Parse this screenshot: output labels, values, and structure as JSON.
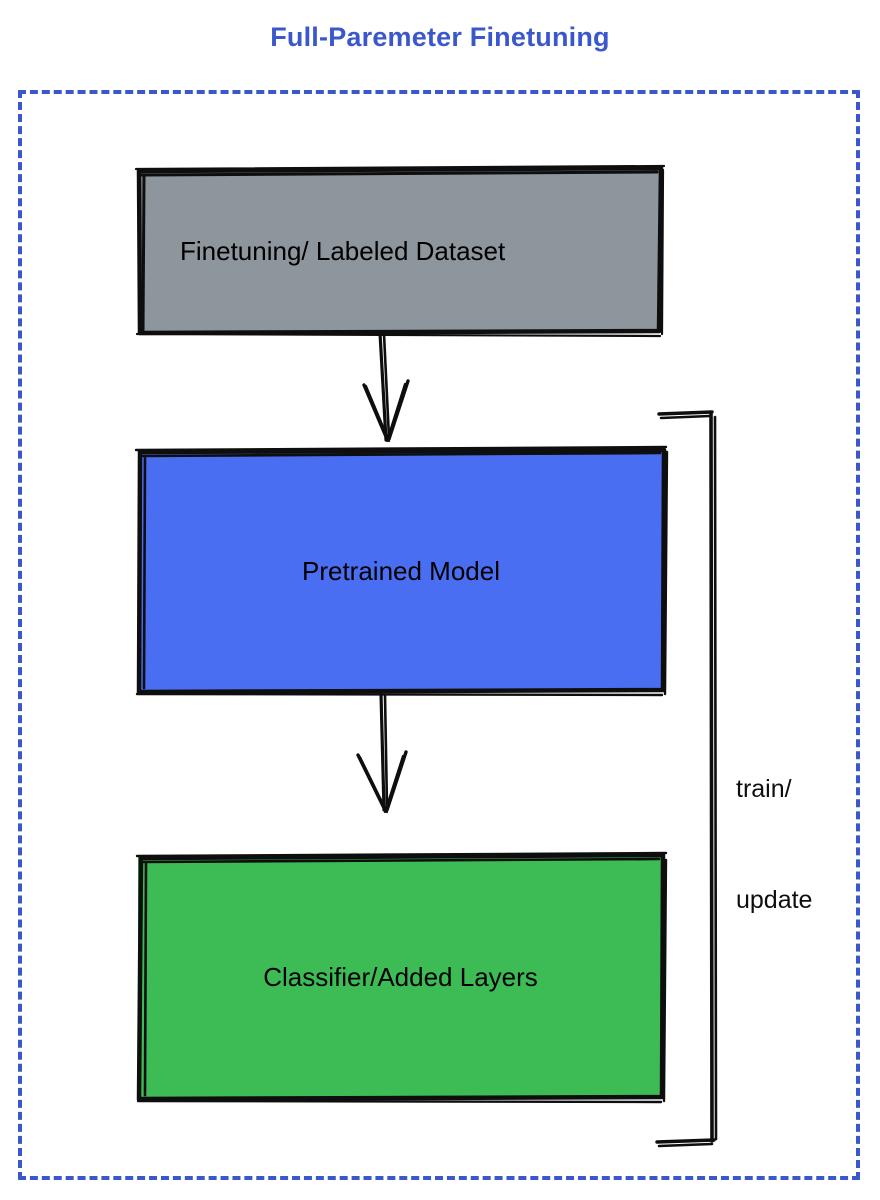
{
  "title": "Full-Paremeter Finetuning",
  "colors": {
    "title": "#3b57cc",
    "dashed_border": "#3b57cc",
    "dataset_fill": "#8d959d",
    "pretrained_fill": "#4a6ef2",
    "classifier_fill": "#3dbc56",
    "stroke": "#0e0e0e",
    "background": "#ffffff"
  },
  "nodes": [
    {
      "id": "dataset",
      "label": "Finetuning/ Labeled Dataset",
      "fill": "#8d959d",
      "align": "left"
    },
    {
      "id": "pretrained",
      "label": "Pretrained Model",
      "fill": "#4a6ef2",
      "align": "center"
    },
    {
      "id": "classifier",
      "label": "Classifier/Added Layers",
      "fill": "#3dbc56",
      "align": "center"
    }
  ],
  "edges": [
    {
      "id": "dataset-to-pretrained",
      "from": "dataset",
      "to": "pretrained",
      "kind": "arrow",
      "label": ""
    },
    {
      "id": "pretrained-to-classifier",
      "from": "pretrained",
      "to": "classifier",
      "kind": "arrow",
      "label": ""
    },
    {
      "id": "feedback-loop",
      "from": "classifier",
      "to": "pretrained",
      "kind": "bracket",
      "label": "train/\nupdate"
    }
  ],
  "feedback": {
    "line1": "train/",
    "line2": "update"
  },
  "chart_data": {
    "type": "diagram",
    "title": "Full-Paremeter Finetuning",
    "nodes": [
      "Finetuning/ Labeled Dataset",
      "Pretrained Model",
      "Classifier/Added Layers"
    ],
    "connections": [
      "Finetuning/ Labeled Dataset -> Pretrained Model",
      "Pretrained Model -> Classifier/Added Layers",
      "Classifier/Added Layers -> Pretrained Model (train/update)"
    ]
  }
}
